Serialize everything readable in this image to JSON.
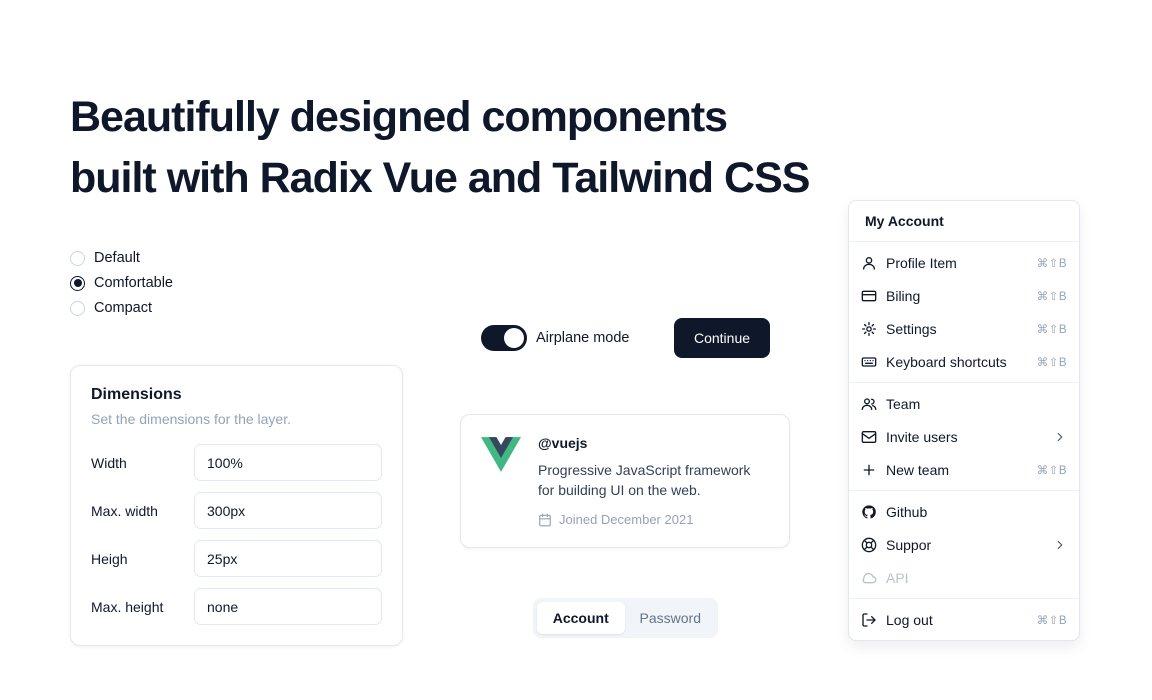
{
  "heading": {
    "line1": "Beautifully designed components",
    "line2": "built with Radix Vue and Tailwind CSS"
  },
  "radio_group": {
    "options": [
      {
        "label": "Default",
        "selected": false
      },
      {
        "label": "Comfortable",
        "selected": true
      },
      {
        "label": "Compact",
        "selected": false
      }
    ]
  },
  "dimensions_card": {
    "title": "Dimensions",
    "subtitle": "Set the dimensions for the layer.",
    "fields": [
      {
        "label": "Width",
        "value": "100%"
      },
      {
        "label": "Max. width",
        "value": "300px"
      },
      {
        "label": "Heigh",
        "value": "25px"
      },
      {
        "label": "Max. height",
        "value": "none"
      }
    ]
  },
  "airplane_toggle": {
    "label": "Airplane mode",
    "on": true
  },
  "continue_button": {
    "label": "Continue"
  },
  "vue_card": {
    "handle": "@vuejs",
    "description": "Progressive JavaScript framework for building UI on the web.",
    "joined": "Joined December 2021",
    "logo_colors": {
      "green": "#41B883",
      "dark": "#35495E"
    }
  },
  "tabs": [
    {
      "label": "Account",
      "active": true
    },
    {
      "label": "Password",
      "active": false
    }
  ],
  "menu": {
    "title": "My Account",
    "items": [
      {
        "icon": "user-icon",
        "label": "Profile Item",
        "shortcut": "⌘⇧B"
      },
      {
        "icon": "credit-card-icon",
        "label": "Biling",
        "shortcut": "⌘⇧B"
      },
      {
        "icon": "gear-icon",
        "label": "Settings",
        "shortcut": "⌘⇧B"
      },
      {
        "icon": "keyboard-icon",
        "label": "Keyboard shortcuts",
        "shortcut": "⌘⇧B"
      },
      {
        "icon": "users-icon",
        "label": "Team"
      },
      {
        "icon": "mail-icon",
        "label": "Invite users",
        "submenu": true
      },
      {
        "icon": "plus-icon",
        "label": "New team",
        "shortcut": "⌘⇧B"
      },
      {
        "icon": "github-icon",
        "label": "Github"
      },
      {
        "icon": "lifebuoy-icon",
        "label": "Suppor",
        "submenu": true
      },
      {
        "icon": "cloud-icon",
        "label": "API",
        "disabled": true
      },
      {
        "icon": "logout-icon",
        "label": "Log out",
        "shortcut": "⌘⇧B"
      }
    ]
  }
}
